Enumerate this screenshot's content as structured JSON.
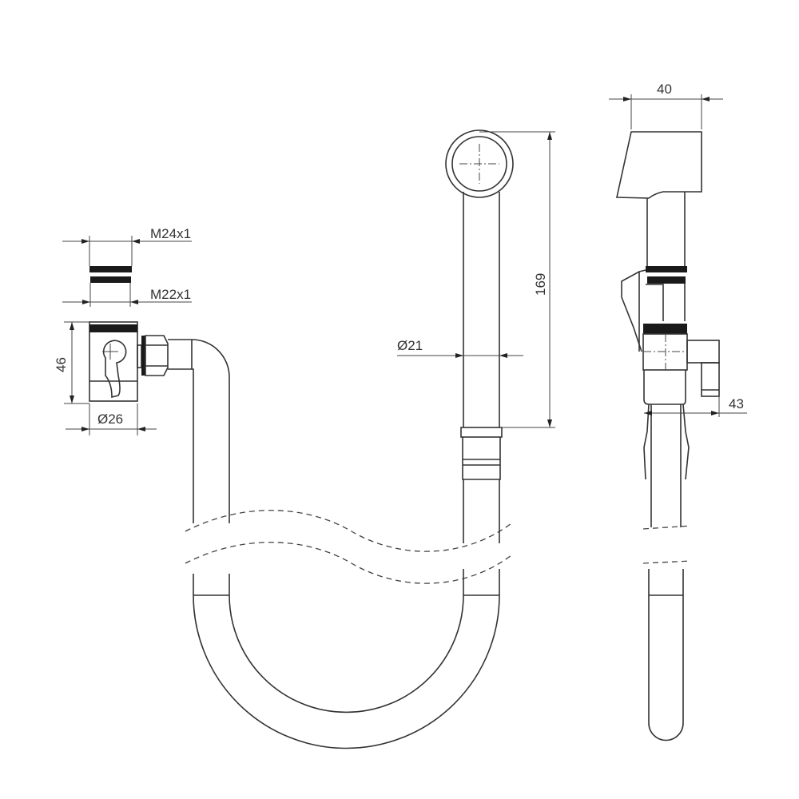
{
  "dimensions": {
    "thread_outer": "M24x1",
    "thread_inner": "M22x1",
    "valve_height": "46",
    "valve_diameter": "Ø26",
    "handle_diameter": "Ø21",
    "handle_length": "169",
    "head_width": "40",
    "valve_depth": "43"
  }
}
